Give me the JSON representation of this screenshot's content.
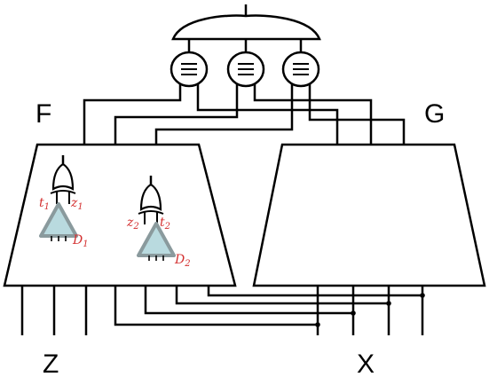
{
  "blocks": {
    "left_label": "F",
    "right_label": "G"
  },
  "buses": {
    "left_label": "Z",
    "right_label": "X"
  },
  "comparators": {
    "count": 3,
    "icon": "equality-comparator-icon"
  },
  "gates": [
    {
      "input_label": "t",
      "input_sub": "1",
      "output_label": "z",
      "output_sub": "1",
      "driver_label": "D",
      "driver_sub": "1"
    },
    {
      "input_label": "z",
      "input_sub": "2",
      "output_label": "t",
      "output_sub": "2",
      "driver_label": "D",
      "driver_sub": "2"
    }
  ],
  "colors": {
    "annotation": "#d32f2f",
    "driver_fill": "#b9dadf",
    "driver_stroke": "#8a9a9d",
    "line": "#000000"
  }
}
